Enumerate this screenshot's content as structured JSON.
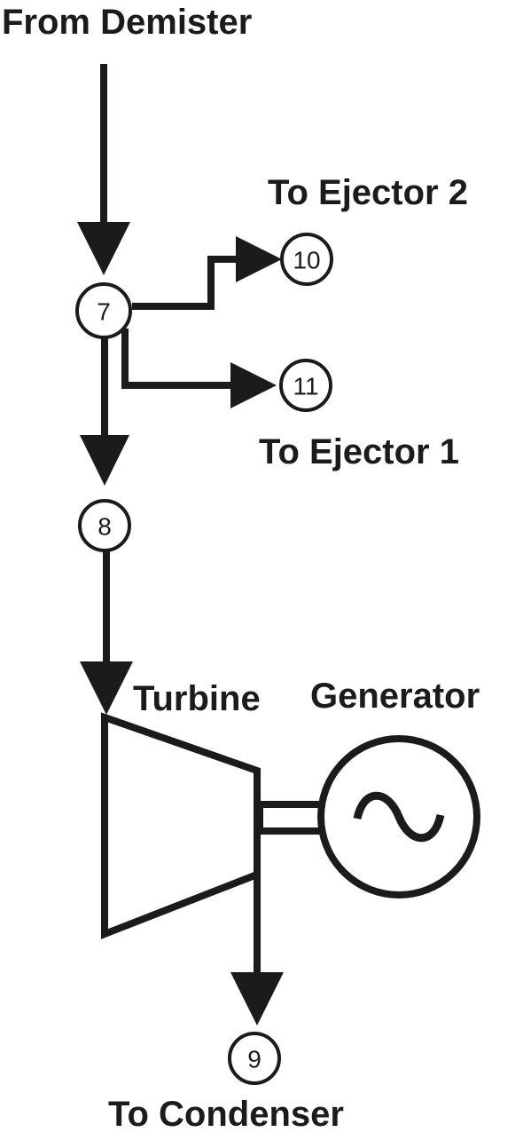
{
  "labels": {
    "from_demister": "From Demister",
    "to_ejector_2": "To Ejector 2",
    "to_ejector_1": "To Ejector 1",
    "turbine": "Turbine",
    "generator": "Generator",
    "to_condenser": "To Condenser"
  },
  "nodes": {
    "n7": "7",
    "n8": "8",
    "n9": "9",
    "n10": "10",
    "n11": "11"
  },
  "icons": {
    "generator_symbol": "sine-wave-icon",
    "turbine_symbol": "trapezoid-turbine-icon"
  }
}
